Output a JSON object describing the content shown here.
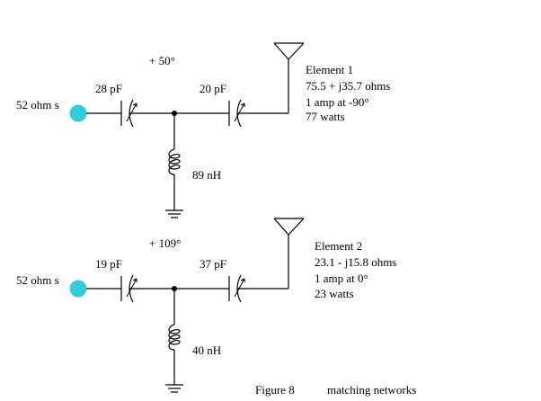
{
  "network_top": {
    "source_label": "52 ohm s",
    "phase_label": "+ 50°",
    "cap1_label": "28 pF",
    "cap2_label": "20 pF",
    "inductor_label": "89 nH",
    "element_title": "Element 1",
    "element_impedance": "75.5 + j35.7 ohms",
    "element_current": "1 amp at -90°",
    "element_power": "77 watts"
  },
  "network_bottom": {
    "source_label": "52 ohm s",
    "phase_label": "+ 109°",
    "cap1_label": "19 pF",
    "cap2_label": "37 pF",
    "inductor_label": "40 nH",
    "element_title": "Element 2",
    "element_impedance": "23.1 - j15.8 ohms",
    "element_current": "1 amp at  0°",
    "element_power": "23 watts"
  },
  "caption": {
    "figure": "Figure 8",
    "title": "matching networks"
  },
  "colors": {
    "source_node": "#33ccdd",
    "line": "#000000",
    "background": "#ffffff"
  }
}
